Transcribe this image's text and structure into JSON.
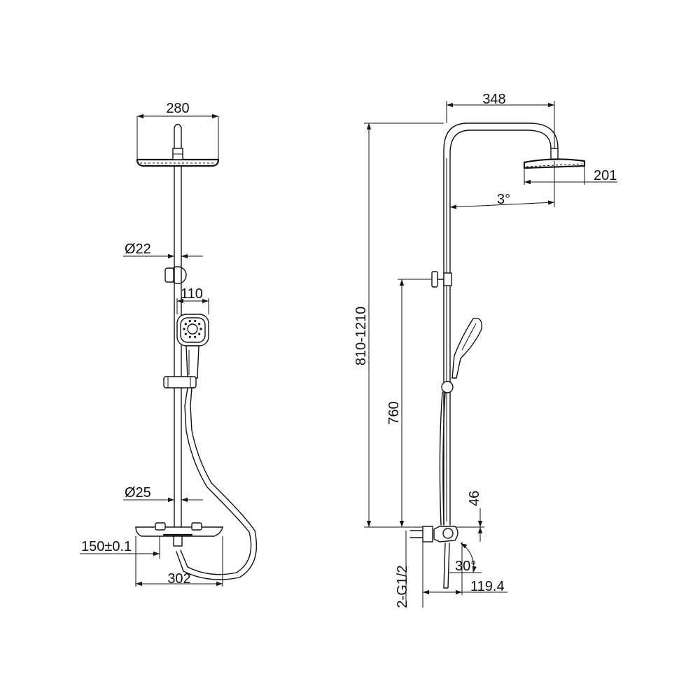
{
  "front_view": {
    "overhead_width": "280",
    "riser_diameter": "Ø22",
    "handshower_width": "110",
    "lower_diameter": "Ø25",
    "inlet_centers": "150±0.1",
    "mixer_width": "302"
  },
  "side_view": {
    "arm_length": "348",
    "head_size": "201",
    "tilt_angle": "3°",
    "height_range": "810-1210",
    "bracket_height": "760",
    "mixer_height": "46",
    "inlet_thread": "2-G1/2",
    "inlet_depth": "119.4",
    "spout_angle": "30°"
  }
}
